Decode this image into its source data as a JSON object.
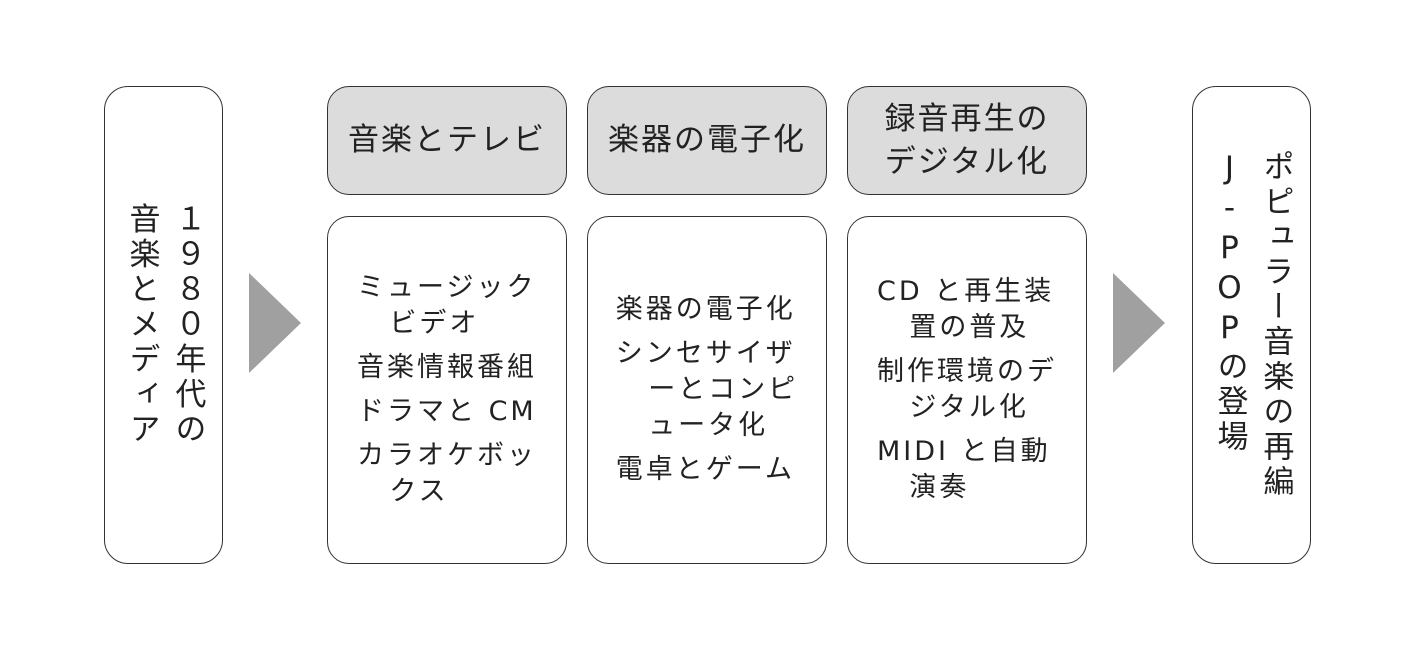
{
  "left_box": {
    "columns": [
      "１９８０年代の",
      "音楽とメディア"
    ]
  },
  "right_box": {
    "columns": [
      "ポピュラー音楽の再編",
      "J-POPの登場"
    ]
  },
  "sections": [
    {
      "header_lines": [
        "音楽とテレビ"
      ],
      "items": [
        {
          "lines": [
            "ミュージック",
            "ビデオ"
          ]
        },
        {
          "lines": [
            "音楽情報番組"
          ]
        },
        {
          "lines": [
            "ドラマと CM"
          ]
        },
        {
          "lines": [
            "カラオケボッ",
            "クス"
          ]
        }
      ]
    },
    {
      "header_lines": [
        "楽器の電子化"
      ],
      "items": [
        {
          "lines": [
            "楽器の電子化"
          ]
        },
        {
          "lines": [
            "シンセサイザ",
            "ーとコンピ",
            "ュータ化"
          ]
        },
        {
          "lines": [
            "電卓とゲーム"
          ]
        }
      ]
    },
    {
      "header_lines": [
        "録音再生の",
        "デジタル化"
      ],
      "items": [
        {
          "lines": [
            "CD と再生装",
            "置の普及"
          ]
        },
        {
          "lines": [
            "制作環境のデ",
            "ジタル化"
          ]
        },
        {
          "lines": [
            "MIDI と自動",
            "演奏"
          ]
        }
      ]
    }
  ],
  "colors": {
    "header_fill": "#dcdcdc",
    "arrow_fill": "#a0a0a0",
    "border": "#333333"
  }
}
